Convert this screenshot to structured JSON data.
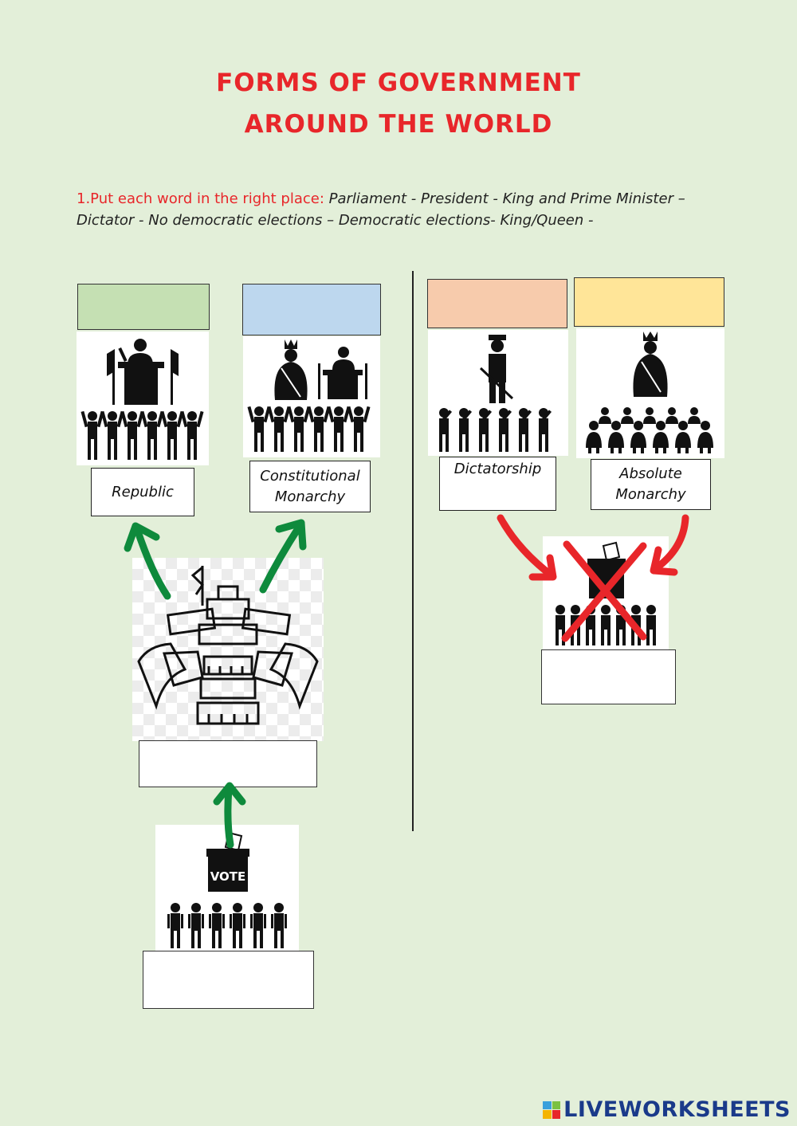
{
  "title": {
    "line1": "FORMS OF GOVERNMENT",
    "line2": "AROUND THE WORLD"
  },
  "instructions": {
    "lead": "1.Put each word in the right place:",
    "words_line1": "Parliament - President - King and Prime Minister –",
    "words_line2": "Dictator - No democratic elections – Democratic elections- King/Queen -"
  },
  "labels": {
    "republic": "Republic",
    "constitutional_line1": "Constitutional",
    "constitutional_line2": "Monarchy",
    "dictatorship": "Dictatorship",
    "absolute_line1": "Absolute",
    "absolute_line2": "Monarchy",
    "vote": "VOTE"
  },
  "colors": {
    "republic_box": "#c5e0b3",
    "constitutional_box": "#bdd7ee",
    "dictatorship_box": "#f7cbac",
    "absolute_box": "#ffe598",
    "green_arrow": "#0e8a3c",
    "red_arrow": "#e8262a"
  },
  "icons": [
    "president-icon",
    "king-president-icon",
    "dictator-icon",
    "king-icon",
    "parliament-icon",
    "ballot-box-icon",
    "crossed-ballot-icon"
  ],
  "footer": {
    "logo": "LIVEWORKSHEETS"
  }
}
